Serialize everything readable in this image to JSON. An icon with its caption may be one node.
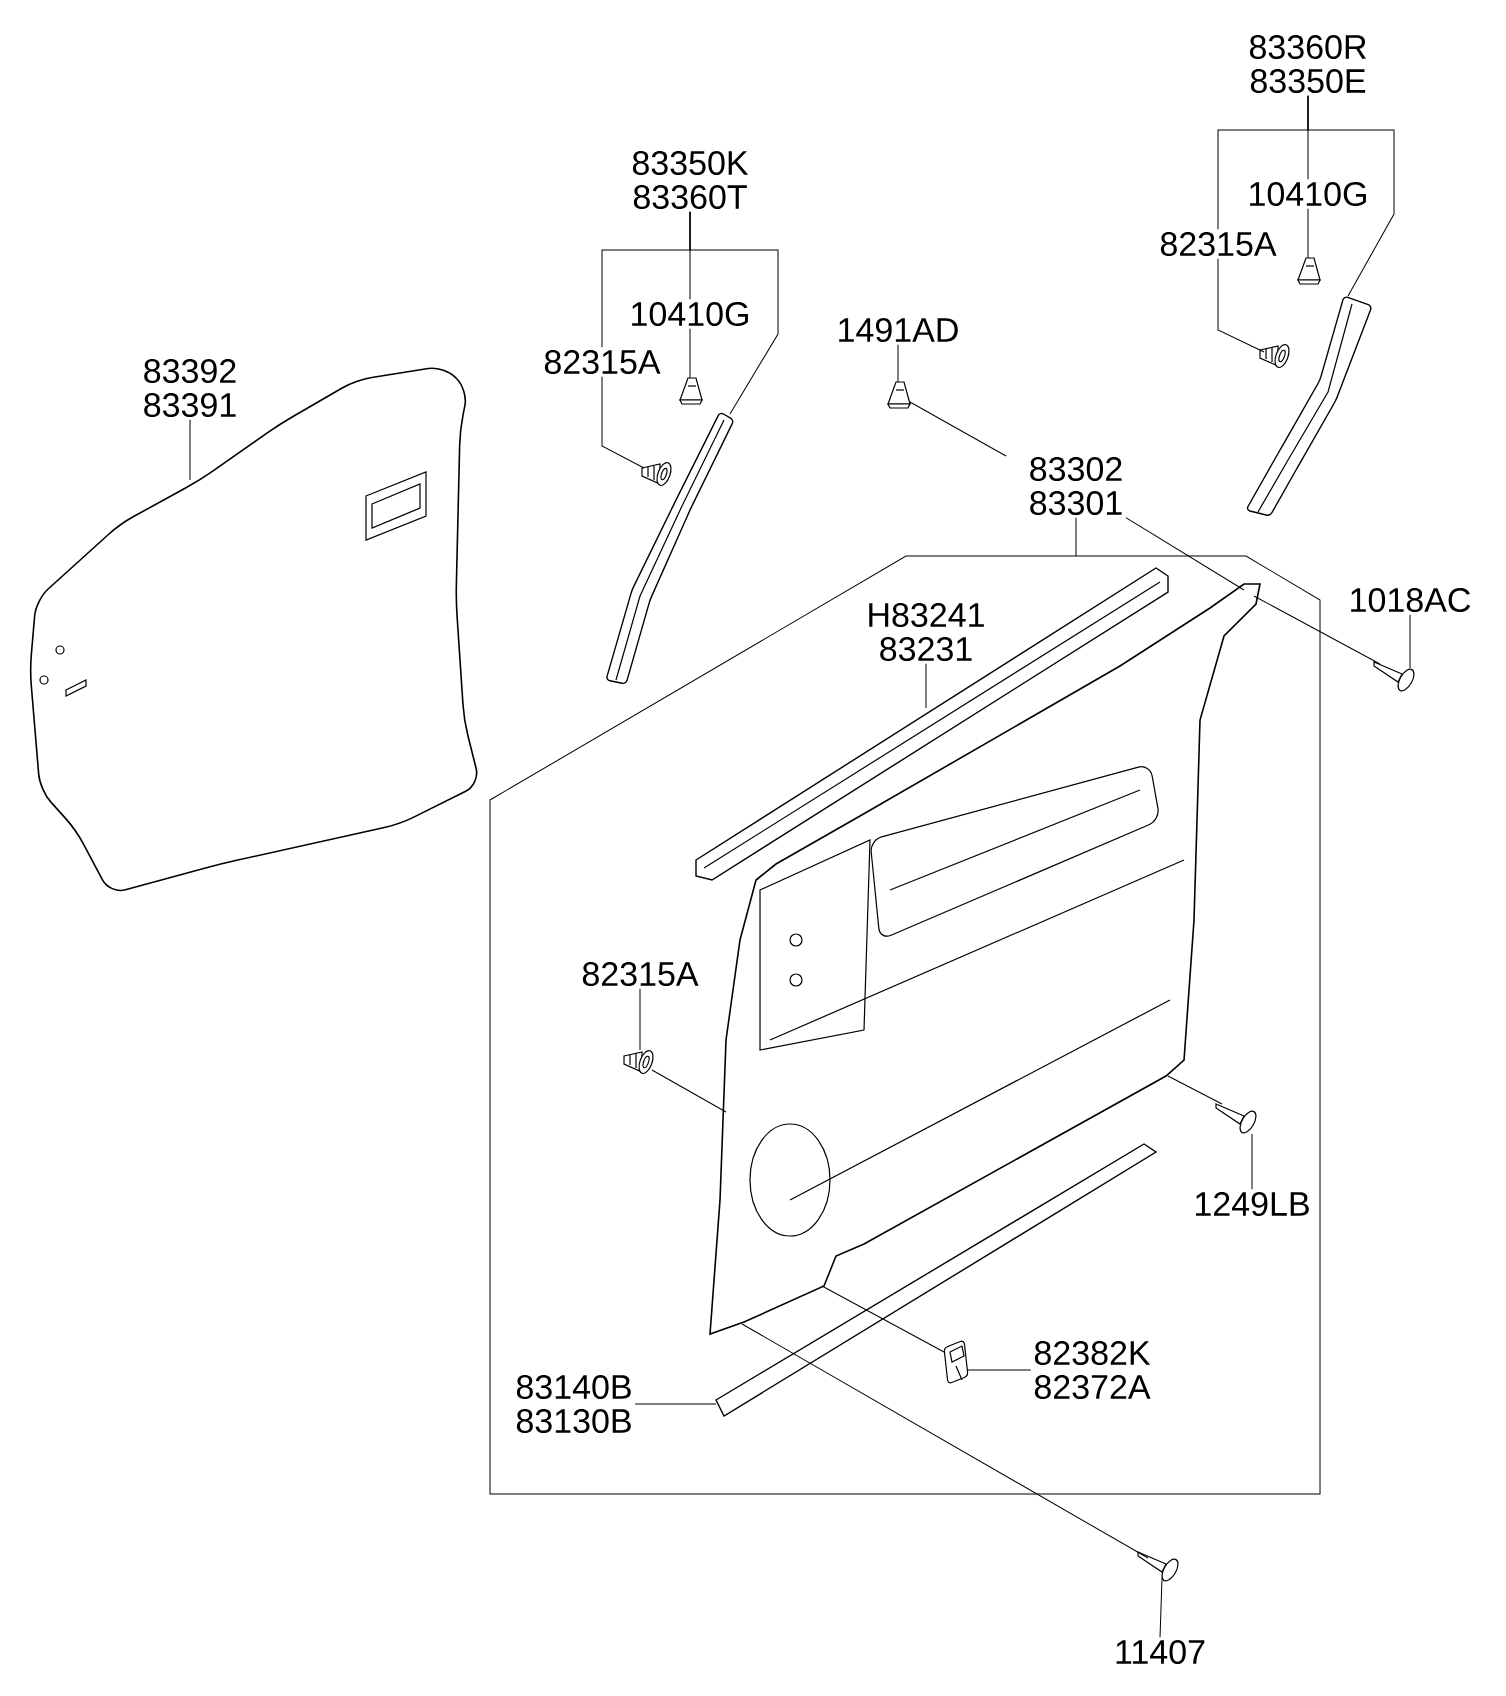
{
  "diagram": {
    "nodes": [
      {
        "text": [
          "83392",
          "83391"
        ]
      },
      {
        "text": [],
        "shape": "picture"
      },
      {
        "text": [
          "83350K",
          "83360T"
        ]
      },
      {
        "text": [
          "10410G"
        ]
      },
      {
        "text": [
          "82315A"
        ]
      },
      {
        "text": [],
        "shape": "picture"
      },
      {
        "text": [],
        "shape": "picture"
      },
      {
        "text": [],
        "shape": "picture"
      },
      {
        "text": [
          "83360R",
          "83350E"
        ]
      },
      {
        "text": [
          "10410G"
        ]
      },
      {
        "text": [
          "82315A"
        ]
      },
      {
        "text": [],
        "shape": "picture"
      },
      {
        "text": [],
        "shape": "picture"
      },
      {
        "text": [],
        "shape": "picture"
      },
      {
        "text": [
          "1491AD"
        ]
      },
      {
        "text": [],
        "shape": "picture"
      },
      {
        "text": [
          "83302",
          "83301"
        ]
      },
      {
        "text": [],
        "shape": "box"
      },
      {
        "text": [
          "H83241",
          "83231"
        ],
        "in": 17
      },
      {
        "text": [],
        "shape": "picture",
        "in": 17
      },
      {
        "text": [],
        "shape": "picture",
        "in": 17
      },
      {
        "text": [
          "82315A"
        ],
        "in": 17
      },
      {
        "text": [],
        "shape": "picture",
        "in": 17
      },
      {
        "text": [],
        "shape": "picture",
        "in": 17
      },
      {
        "text": [
          "1249LB"
        ],
        "in": 17
      },
      {
        "text": [],
        "shape": "picture",
        "in": 17
      },
      {
        "text": [
          "82382K",
          "82372A"
        ],
        "in": 17
      },
      {
        "text": [],
        "shape": "picture",
        "in": 17
      },
      {
        "text": [
          "83140B",
          "83130B"
        ],
        "in": 17
      },
      {
        "text": [
          "1018AC"
        ]
      },
      {
        "text": [],
        "shape": "picture"
      },
      {
        "text": [
          "11407"
        ]
      },
      {
        "text": [],
        "shape": "picture"
      }
    ],
    "edges": [
      {
        "from": 0,
        "to": 1,
        "arrow": "none"
      },
      {
        "from": 2,
        "to": 3,
        "arrow": "none"
      },
      {
        "from": 2,
        "to": 4,
        "arrow": "none"
      },
      {
        "from": 2,
        "to": 7,
        "arrow": "none"
      },
      {
        "from": 3,
        "to": 5,
        "arrow": "none"
      },
      {
        "from": 4,
        "to": 6,
        "arrow": "none"
      },
      {
        "from": 8,
        "to": 9,
        "arrow": "none"
      },
      {
        "from": 8,
        "to": 10,
        "arrow": "none"
      },
      {
        "from": 8,
        "to": 13,
        "arrow": "none"
      },
      {
        "from": 9,
        "to": 11,
        "arrow": "none"
      },
      {
        "from": 10,
        "to": 12,
        "arrow": "none"
      },
      {
        "from": 14,
        "to": 15,
        "arrow": "none"
      },
      {
        "from": 15,
        "to": 16,
        "arrow": "none"
      },
      {
        "from": 16,
        "to": 17,
        "arrow": "none"
      },
      {
        "from": 16,
        "to": 20,
        "arrow": "none"
      },
      {
        "from": 29,
        "to": 30,
        "arrow": "none"
      },
      {
        "from": 30,
        "to": 20,
        "arrow": "none"
      },
      {
        "from": 18,
        "to": 19,
        "arrow": "none"
      },
      {
        "from": 21,
        "to": 22,
        "arrow": "none"
      },
      {
        "from": 22,
        "to": 20,
        "arrow": "none"
      },
      {
        "from": 24,
        "to": 23,
        "arrow": "none"
      },
      {
        "from": 23,
        "to": 20,
        "arrow": "none"
      },
      {
        "from": 26,
        "to": 25,
        "arrow": "none"
      },
      {
        "from": 25,
        "to": 20,
        "arrow": "none"
      },
      {
        "from": 28,
        "to": 27,
        "arrow": "none"
      },
      {
        "from": 31,
        "to": 32,
        "arrow": "none"
      },
      {
        "from": 32,
        "to": 20,
        "arrow": "none"
      }
    ]
  }
}
